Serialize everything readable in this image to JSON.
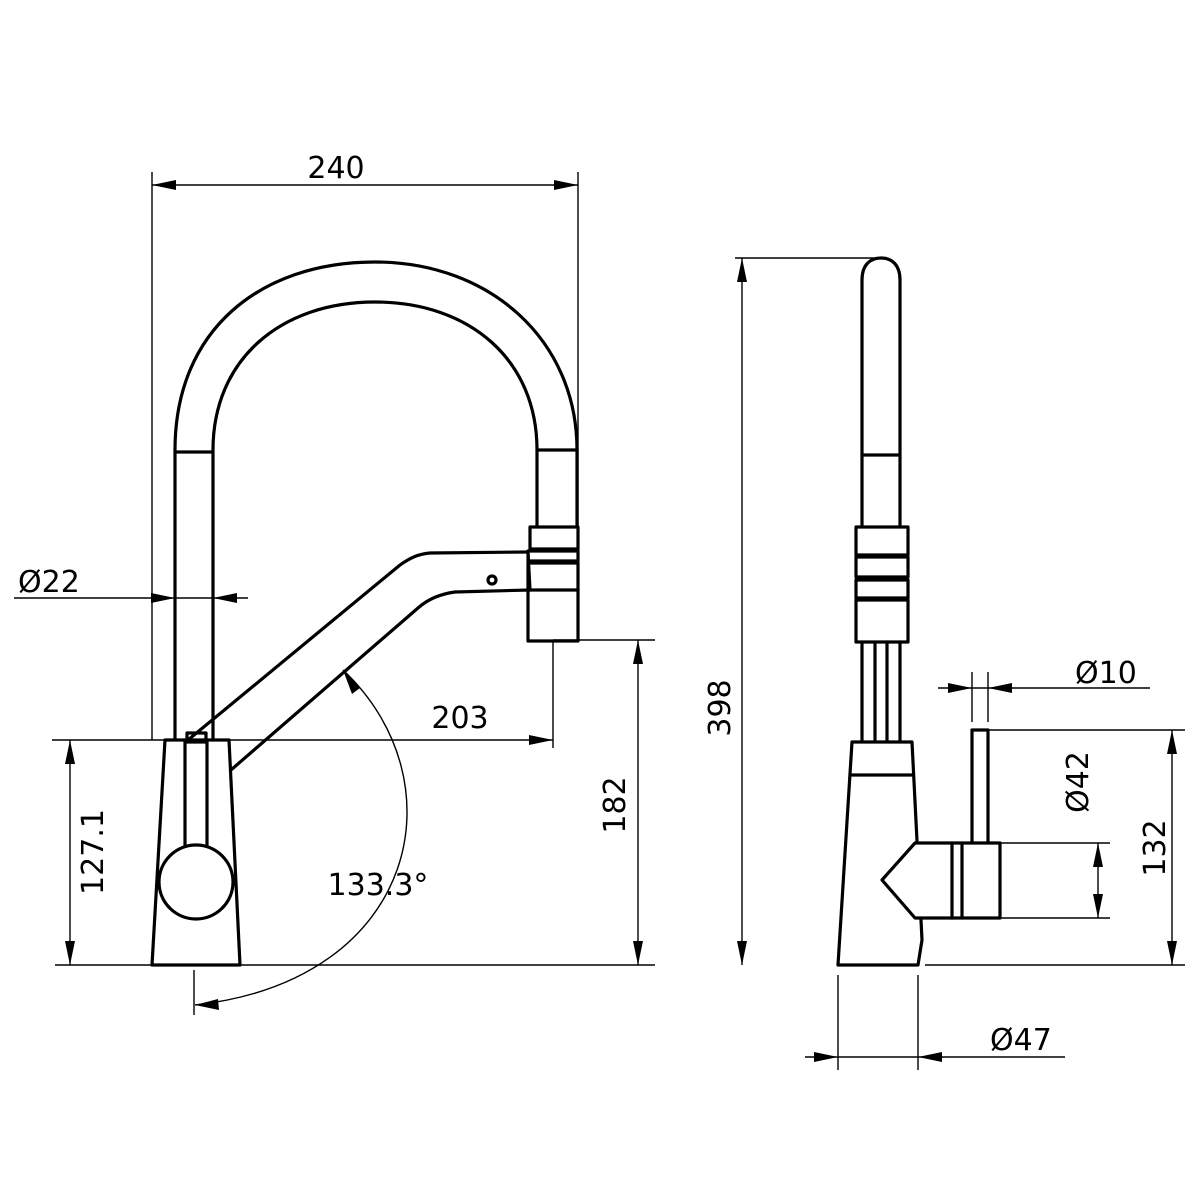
{
  "drawing": {
    "front_view": {
      "width_label": "240",
      "pipe_diameter_label": "Ø22",
      "reach_label": "203",
      "outlet_height_label": "182",
      "handle_height_label": "127.1",
      "angle_label": "133.3°"
    },
    "side_view": {
      "total_height_label": "398",
      "lever_diameter_label": "Ø10",
      "hub_diameter_label": "Ø42",
      "lever_height_label": "132",
      "base_diameter_label": "Ø47"
    }
  }
}
